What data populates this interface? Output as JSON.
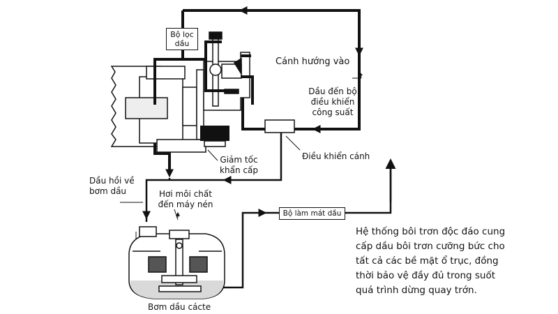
{
  "labels": {
    "oil_filter": [
      "Bộ lọc",
      "dầu"
    ],
    "guide_vanes": "Cánh hướng vào",
    "oil_to_controller": [
      "Dầu đến bộ",
      "điều khiển",
      "công suất"
    ],
    "vane_control": "Điều khiển cánh",
    "emergency_decel": [
      "Giảm tốc",
      "khẩn cấp"
    ],
    "oil_return": [
      "Dầu hồi về",
      "bơm dầu"
    ],
    "refrigerant_vapor": [
      "Hơi môi chất",
      "đến máy nén"
    ],
    "oil_cooler": "Bộ làm mát dầu",
    "sump_pump": "Bơm dầu cácte"
  },
  "description": [
    "Hệ thống bôi trơn độc đáo cung",
    "cấp dầu bôi trơn cưỡng bức cho",
    "tất cả các bề mặt ổ trục, đồng",
    "thời bảo vệ đầy đủ trong suốt",
    "quá trình dừng quay trớn."
  ],
  "colors": {
    "line": "#111111",
    "background": "#ffffff",
    "oil": "#d9d9d9"
  }
}
